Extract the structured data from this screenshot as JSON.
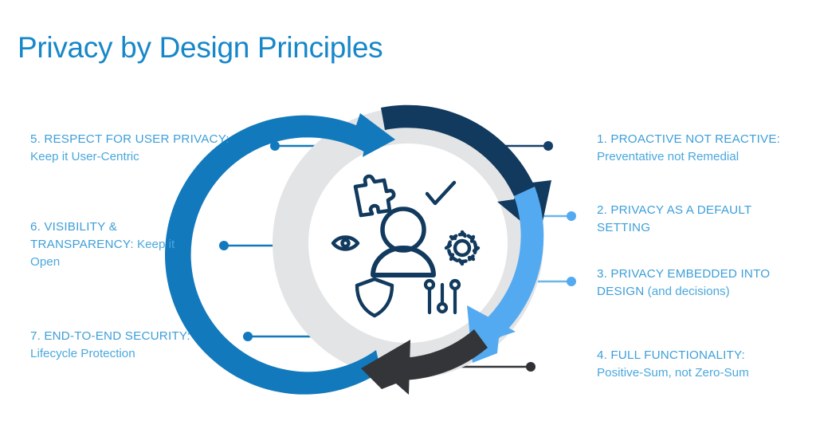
{
  "page": {
    "title": "Privacy by Design Principles",
    "background": "#ffffff"
  },
  "colors": {
    "title": "#1787c9",
    "label_text": "#4aa8dd",
    "arc_blue": "#1279bd",
    "arc_navy": "#113a5e",
    "arc_light_blue": "#54aaf0",
    "arc_black": "#333538",
    "ring_gray": "#e3e4e5",
    "inner_circle": "#ffffff",
    "icon": "#113a5e"
  },
  "diagram": {
    "name": "privacy-by-design-cycle",
    "center_icon": "user-person-icon",
    "inner_icons": [
      {
        "name": "puzzle-piece-icon",
        "position": "top-left"
      },
      {
        "name": "check-mark-icon",
        "position": "top-right"
      },
      {
        "name": "eye-icon",
        "position": "left"
      },
      {
        "name": "gear-icon",
        "position": "right"
      },
      {
        "name": "shield-icon",
        "position": "bottom-left"
      },
      {
        "name": "sliders-icon",
        "position": "bottom-right"
      }
    ],
    "arcs": [
      {
        "name": "arc-arrow-blue",
        "color": "#1279bd",
        "direction": "up-right",
        "span": "bottom-left-to-top"
      },
      {
        "name": "arc-arrow-navy",
        "color": "#113a5e",
        "direction": "down-right",
        "span": "top-to-right"
      },
      {
        "name": "arc-arrow-light-blue",
        "color": "#54aaf0",
        "direction": "down-left",
        "span": "right-to-bottom"
      },
      {
        "name": "arc-arrow-black",
        "color": "#333538",
        "direction": "left",
        "span": "bottom-right-to-bottom-left"
      }
    ]
  },
  "principles": [
    {
      "id": "principle-1",
      "number": "1.",
      "heading": "PROACTIVE NOT REACTIVE:",
      "subtext": "Preventative not Remedial",
      "side": "right",
      "connector_color": "#113a5e"
    },
    {
      "id": "principle-2",
      "number": "2.",
      "heading": "PRIVACY AS A DEFAULT SETTING",
      "subtext": "",
      "side": "right",
      "connector_color": "#54aaf0"
    },
    {
      "id": "principle-3",
      "number": "3.",
      "heading": "PRIVACY EMBEDDED INTO DESIGN",
      "subtext": "(and decisions)",
      "side": "right",
      "connector_color": "#54aaf0"
    },
    {
      "id": "principle-4",
      "number": "4.",
      "heading": "FULL FUNCTIONALITY:",
      "subtext": "Positive-Sum, not Zero-Sum",
      "side": "right",
      "connector_color": "#333538"
    },
    {
      "id": "principle-5",
      "number": "5.",
      "heading": "RESPECT FOR USER PRIVACY:",
      "subtext": "Keep it User-Centric",
      "side": "left",
      "connector_color": "#1279bd"
    },
    {
      "id": "principle-6",
      "number": "6.",
      "heading": "VISIBILITY & TRANSPARENCY:",
      "subtext": "Keep it Open",
      "side": "left",
      "connector_color": "#1279bd"
    },
    {
      "id": "principle-7",
      "number": "7.",
      "heading": "END-TO-END SECURITY:",
      "subtext": "Lifecycle Protection",
      "side": "left",
      "connector_color": "#1279bd"
    }
  ]
}
